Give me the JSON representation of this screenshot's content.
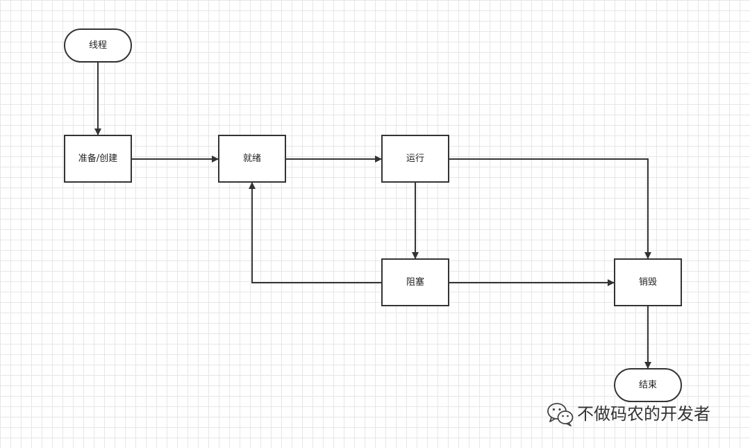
{
  "diagram": {
    "nodes": [
      {
        "id": "thread",
        "label": "线程",
        "shape": "terminal"
      },
      {
        "id": "create",
        "label": "准备/创建",
        "shape": "process"
      },
      {
        "id": "ready",
        "label": "就绪",
        "shape": "process"
      },
      {
        "id": "running",
        "label": "运行",
        "shape": "process"
      },
      {
        "id": "blocked",
        "label": "阻塞",
        "shape": "process"
      },
      {
        "id": "destroy",
        "label": "销毁",
        "shape": "process"
      },
      {
        "id": "end",
        "label": "结束",
        "shape": "terminal"
      }
    ],
    "edges": [
      {
        "from": "thread",
        "to": "create"
      },
      {
        "from": "create",
        "to": "ready"
      },
      {
        "from": "ready",
        "to": "running"
      },
      {
        "from": "running",
        "to": "blocked"
      },
      {
        "from": "running",
        "to": "destroy"
      },
      {
        "from": "blocked",
        "to": "ready"
      },
      {
        "from": "blocked",
        "to": "destroy"
      },
      {
        "from": "destroy",
        "to": "end"
      }
    ],
    "colors": {
      "stroke": "#333333",
      "grid": "#e6e6e6",
      "background": "#ffffff"
    }
  },
  "watermark": {
    "text": "不做码农的开发者",
    "icon": "wechat-icon"
  }
}
